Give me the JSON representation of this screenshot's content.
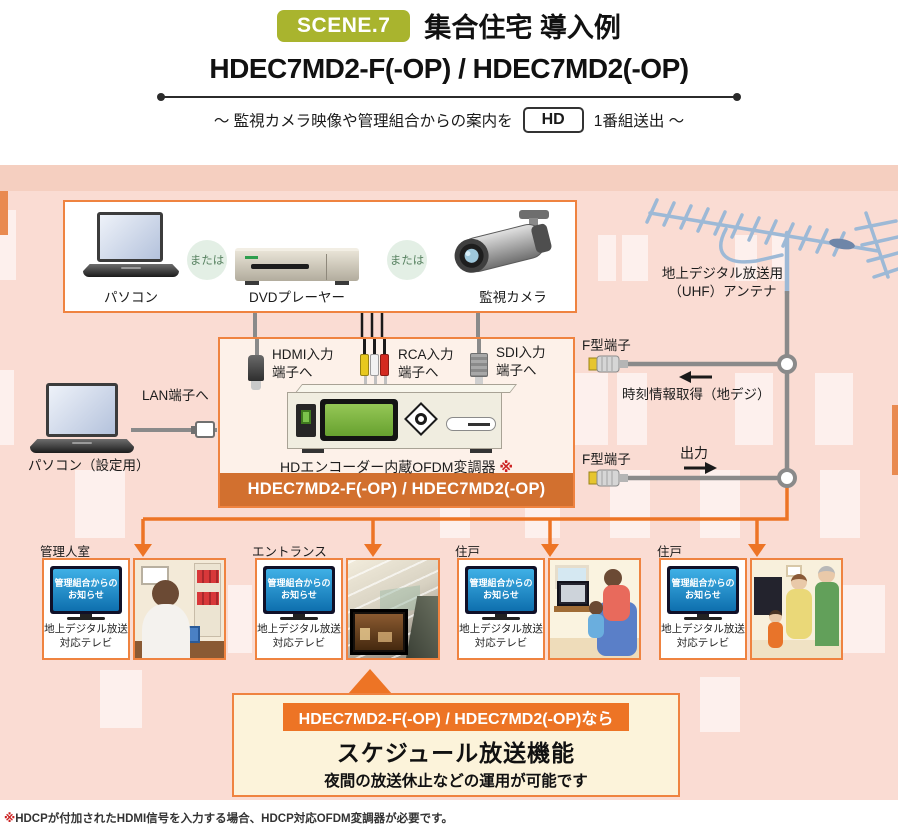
{
  "header": {
    "scene_badge": "SCENE.7",
    "title": "集合住宅 導入例",
    "product_title": "HDEC7MD2-F(-OP) / HDEC7MD2(-OP)",
    "subtitle_prefix": "～ 監視カメラ映像や管理組合からの案内を",
    "subtitle_hd": "HD",
    "subtitle_suffix": "1番組送出 ～"
  },
  "sources": {
    "pc_label": "パソコン",
    "or_label_1": "または",
    "dvd_label": "DVDプレーヤー",
    "or_label_2": "または",
    "camera_label": "監視カメラ"
  },
  "encoder": {
    "hdmi_label": "HDMI入力\n端子へ",
    "rca_label": "RCA入力\n端子へ",
    "sdi_label": "SDI入力\n端子へ",
    "device_caption": "HDエンコーダー内蔵OFDM変調器",
    "note_mark": "※",
    "banner": "HDEC7MD2-F(-OP) / HDEC7MD2(-OP)"
  },
  "config_pc": {
    "label": "パソコン（設定用）",
    "lan_label": "LAN端子へ"
  },
  "antenna": {
    "label": "地上デジタル放送用\n（UHF）アンテナ"
  },
  "rf": {
    "f_connector_top": "F型端子",
    "time_sync_label": "時刻情報取得（地デジ）",
    "f_connector_bottom": "F型端子",
    "output_label": "出力"
  },
  "units": [
    {
      "room": "管理人室",
      "tv_screen": "管理組合からの\nお知らせ",
      "tv_caption": "地上デジタル放送\n対応テレビ"
    },
    {
      "room": "エントランス",
      "tv_screen": "管理組合からの\nお知らせ",
      "tv_caption": "地上デジタル放送\n対応テレビ"
    },
    {
      "room": "住戸",
      "tv_screen": "管理組合からの\nお知らせ",
      "tv_caption": "地上デジタル放送\n対応テレビ"
    },
    {
      "room": "住戸",
      "tv_screen": "管理組合からの\nお知らせ",
      "tv_caption": "地上デジタル放送\n対応テレビ"
    }
  ],
  "callout": {
    "banner": "HDEC7MD2-F(-OP) / HDEC7MD2(-OP)なら",
    "title": "スケジュール放送機能",
    "description": "夜間の放送休止などの運用が可能です"
  },
  "footnote": {
    "mark": "※",
    "text": "HDCPが付加されたHDMI信号を入力する場合、HDCP対応OFDM変調器が必要です。"
  },
  "colors": {
    "badge_green": "#A9B42E",
    "box_border_orange": "#EF8340",
    "banner_orange": "#D2702F",
    "arrow_orange": "#ED7425",
    "line_gray": "#8A8A8A",
    "background_pink": "#FADCD3",
    "tv_screen_blue": "#2B9FD8"
  }
}
